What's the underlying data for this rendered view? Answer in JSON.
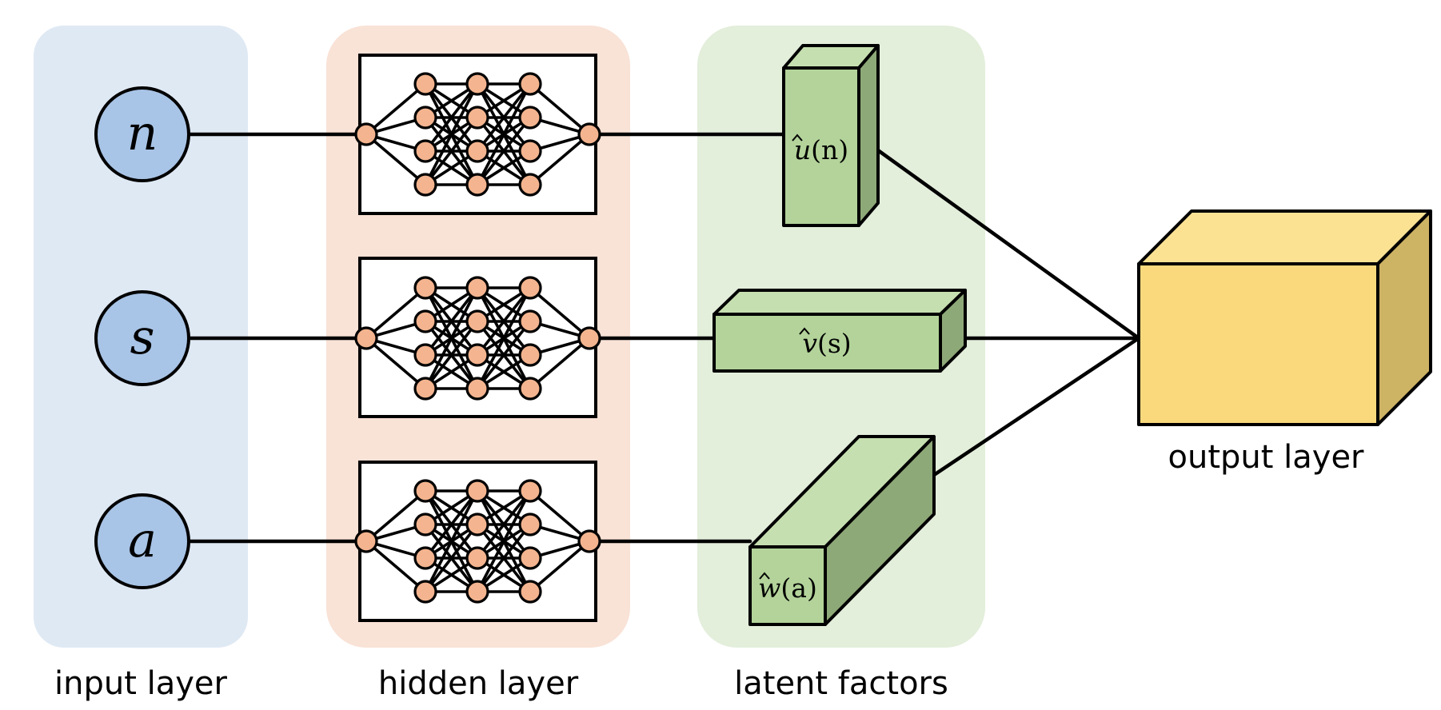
{
  "panels": {
    "input": {
      "caption": "input layer",
      "color": "#DFE9F4"
    },
    "hidden": {
      "caption": "hidden layer",
      "color": "#F9E2D6"
    },
    "latent": {
      "caption": "latent factors",
      "color": "#E3EEDB"
    },
    "output": {
      "caption": "output layer"
    }
  },
  "inputs": [
    {
      "symbol": "n"
    },
    {
      "symbol": "s"
    },
    {
      "symbol": "a"
    }
  ],
  "latent_factors": [
    {
      "symbol": "u",
      "arg": "(n)"
    },
    {
      "symbol": "v",
      "arg": "(s)"
    },
    {
      "symbol": "w",
      "arg": "(a)"
    }
  ],
  "network": {
    "input_nodes": 1,
    "hidden_layers": [
      4,
      4,
      4
    ],
    "output_nodes": 1
  },
  "colors": {
    "input_node": "#A8C4E6",
    "network_node": "#F3B48F",
    "latent_front": "#B3D39A",
    "latent_top": "#C6DFB0",
    "latent_side": "#8EA978",
    "output_front": "#F9D97C",
    "output_top": "#FBE293",
    "output_side": "#CDB364"
  }
}
